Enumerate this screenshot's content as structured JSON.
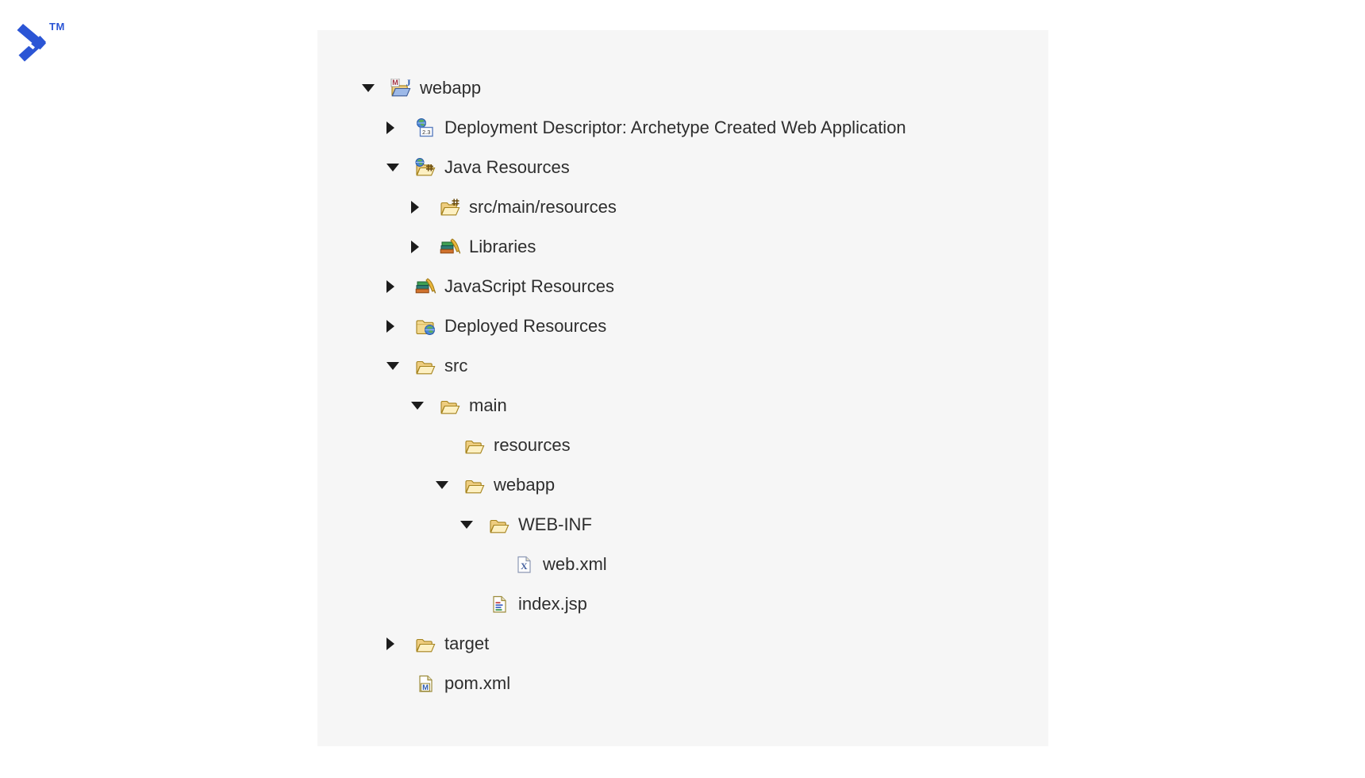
{
  "brand": {
    "trademark": "TM",
    "color": "#2b55d5",
    "logo_icon": "toptal-arrow-logo"
  },
  "panel": {
    "background": "#f6f6f6"
  },
  "icon_glyphs": {
    "maven_letter": "M",
    "java_letter": "J",
    "xml_letter": "X",
    "servlet_version": "2.3"
  },
  "tree": {
    "items": [
      {
        "label": "webapp",
        "level": 0,
        "state": "expanded",
        "icon": "maven-web-project-icon"
      },
      {
        "label": "Deployment Descriptor: Archetype Created Web Application",
        "level": 1,
        "state": "collapsed",
        "icon": "deployment-descriptor-icon"
      },
      {
        "label": "Java Resources",
        "level": 1,
        "state": "expanded",
        "icon": "java-resources-icon"
      },
      {
        "label": "src/main/resources",
        "level": 2,
        "state": "collapsed",
        "icon": "source-package-folder-icon"
      },
      {
        "label": "Libraries",
        "level": 2,
        "state": "collapsed",
        "icon": "libraries-icon"
      },
      {
        "label": "JavaScript Resources",
        "level": 1,
        "state": "collapsed",
        "icon": "libraries-icon"
      },
      {
        "label": "Deployed Resources",
        "level": 1,
        "state": "collapsed",
        "icon": "deployed-folder-icon"
      },
      {
        "label": "src",
        "level": 1,
        "state": "expanded",
        "icon": "open-folder-icon"
      },
      {
        "label": "main",
        "level": 2,
        "state": "expanded",
        "icon": "open-folder-icon"
      },
      {
        "label": "resources",
        "level": 3,
        "state": "leaf",
        "icon": "open-folder-icon"
      },
      {
        "label": "webapp",
        "level": 3,
        "state": "expanded",
        "icon": "open-folder-icon"
      },
      {
        "label": "WEB-INF",
        "level": 4,
        "state": "expanded",
        "icon": "open-folder-icon"
      },
      {
        "label": "web.xml",
        "level": 5,
        "state": "leaf",
        "icon": "xml-file-icon"
      },
      {
        "label": "index.jsp",
        "level": 4,
        "state": "leaf",
        "icon": "jsp-file-icon"
      },
      {
        "label": "target",
        "level": 1,
        "state": "collapsed",
        "icon": "open-folder-icon"
      },
      {
        "label": "pom.xml",
        "level": 1,
        "state": "leaf",
        "icon": "pom-file-icon"
      }
    ]
  }
}
